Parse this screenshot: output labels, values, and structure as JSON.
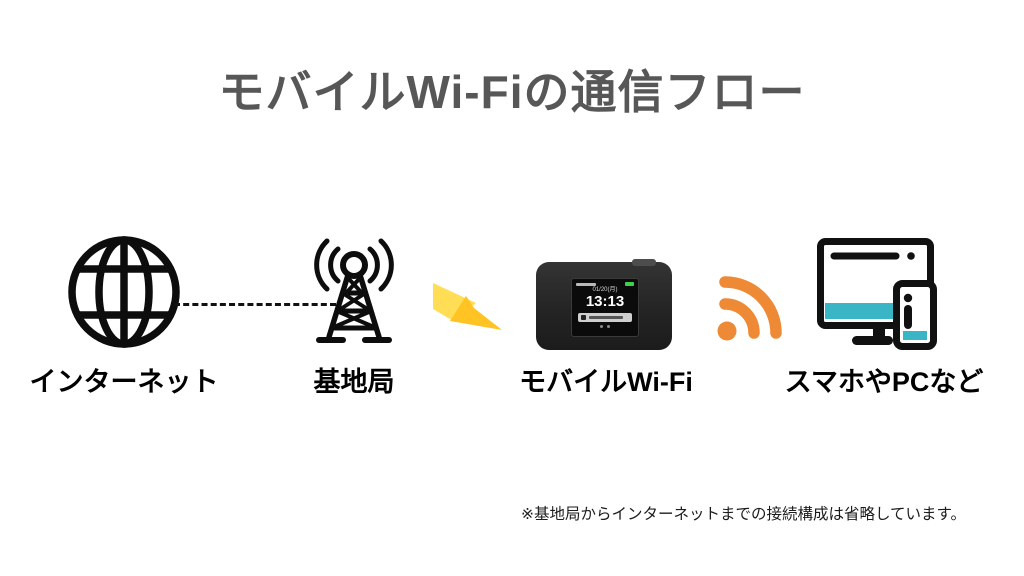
{
  "title": "モバイルWi-Fiの通信フロー",
  "nodes": [
    {
      "label": "インターネット",
      "icon": "globe-icon"
    },
    {
      "label": "基地局",
      "icon": "cell-tower-icon"
    },
    {
      "label": "モバイルWi-Fi",
      "icon": "mobile-router-icon"
    },
    {
      "label": "スマホやPCなど",
      "icon": "pc-and-smartphone-icon"
    }
  ],
  "connectors": [
    {
      "type": "dashed-line",
      "from": "インターネット",
      "to": "基地局"
    },
    {
      "type": "lightning-bolt-icon",
      "from": "基地局",
      "to": "モバイルWi-Fi"
    },
    {
      "type": "wifi-signal-icon",
      "from": "モバイルWi-Fi",
      "to": "スマホやPCなど"
    }
  ],
  "router_screen": {
    "date": "01/20(月)",
    "time": "13:13"
  },
  "footer_note": "※基地局からインターネットまでの接続構成は省略しています。",
  "colors": {
    "title_gray": "#575757",
    "icon_black": "#111111",
    "teal": "#3ab5c6",
    "orange": "#ee8a35",
    "yellow_light": "#ffdd55",
    "yellow_dark": "#ffc424",
    "battery_green": "#3fd14b"
  }
}
